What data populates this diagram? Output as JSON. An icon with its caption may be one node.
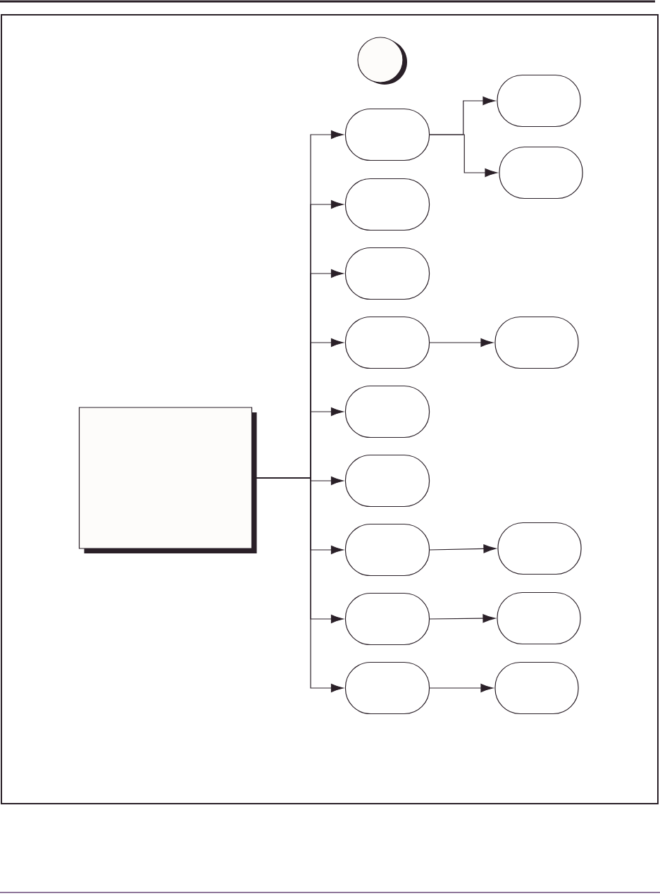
{
  "diagram": {
    "nodes": [
      {
        "text": [],
        "shape": "circle"
      },
      {
        "text": [],
        "shape": "box"
      },
      {
        "text": [],
        "shape": "oval"
      },
      {
        "text": [],
        "shape": "oval"
      },
      {
        "text": [],
        "shape": "oval"
      },
      {
        "text": [],
        "shape": "oval"
      },
      {
        "text": [],
        "shape": "oval"
      },
      {
        "text": [],
        "shape": "oval"
      },
      {
        "text": [],
        "shape": "oval"
      },
      {
        "text": [],
        "shape": "oval"
      },
      {
        "text": [],
        "shape": "oval"
      },
      {
        "text": [],
        "shape": "oval"
      },
      {
        "text": [],
        "shape": "oval"
      },
      {
        "text": [],
        "shape": "oval"
      },
      {
        "text": [],
        "shape": "oval"
      },
      {
        "text": [],
        "shape": "oval"
      },
      {
        "text": [],
        "shape": "oval"
      }
    ],
    "edges": [
      {
        "from": 1,
        "to": 2,
        "arrow": "to"
      },
      {
        "from": 1,
        "to": 3,
        "arrow": "to"
      },
      {
        "from": 1,
        "to": 4,
        "arrow": "to"
      },
      {
        "from": 1,
        "to": 5,
        "arrow": "to"
      },
      {
        "from": 1,
        "to": 6,
        "arrow": "to"
      },
      {
        "from": 1,
        "to": 7,
        "arrow": "to"
      },
      {
        "from": 1,
        "to": 8,
        "arrow": "to"
      },
      {
        "from": 1,
        "to": 9,
        "arrow": "to"
      },
      {
        "from": 1,
        "to": 10,
        "arrow": "to"
      },
      {
        "from": 2,
        "to": 11,
        "arrow": "to"
      },
      {
        "from": 2,
        "to": 12,
        "arrow": "to"
      },
      {
        "from": 5,
        "to": 13,
        "arrow": "to"
      },
      {
        "from": 8,
        "to": 14,
        "arrow": "to"
      },
      {
        "from": 9,
        "to": 15,
        "arrow": "to"
      },
      {
        "from": 10,
        "to": 16,
        "arrow": "to"
      }
    ]
  }
}
